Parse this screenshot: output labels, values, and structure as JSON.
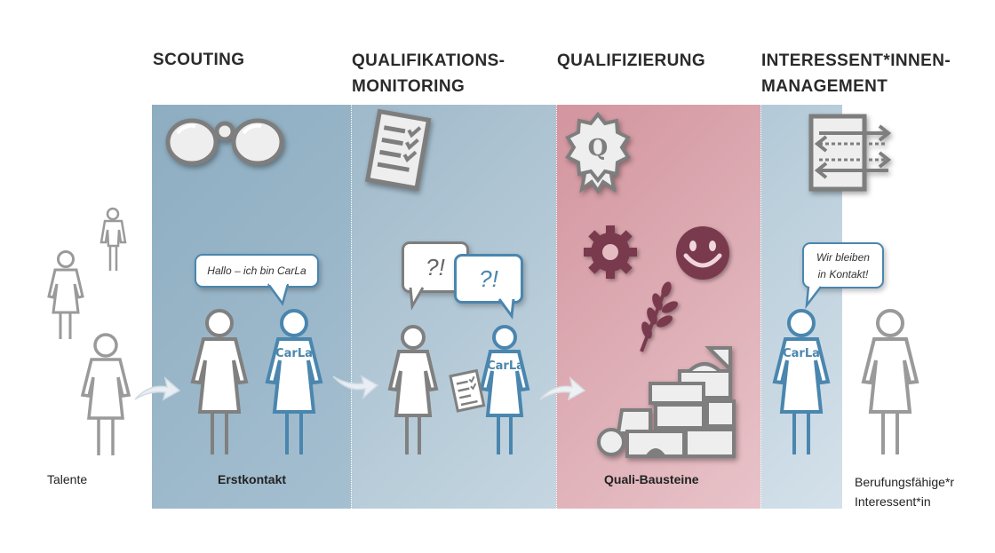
{
  "headings": {
    "scouting": "SCOUTING",
    "monitoring_line1": "QUALIFIKATIONS-",
    "monitoring_line2": "MONITORING",
    "qualifizierung": "QUALIFIZIERUNG",
    "management_line1": "INTERESSENT*INNEN-",
    "management_line2": "MANAGEMENT"
  },
  "captions": {
    "talente": "Talente",
    "erstkontakt": "Erstkontakt",
    "bausteine": "Quali-Bausteine",
    "final_line1": "Berufungsfähige*r",
    "final_line2": "Interessent*in"
  },
  "bubbles": {
    "hallo": "Hallo – ich bin CarLa",
    "kontakt_line1": "Wir bleiben",
    "kontakt_line2": "in Kontakt!",
    "question1": "?!",
    "question2": "?!"
  },
  "figure_labels": {
    "carla_1": "CarLa",
    "carla_2": "CarLa",
    "carla_3": "CarLa"
  },
  "badge_letter": "Q",
  "colors": {
    "scouting_band": "#9fb9ca",
    "monitoring_band": "#b7ccd9",
    "qualifizierung_band": "#dba7b0",
    "management_band": "#c6d6e1",
    "carla_blue": "#4a86ae",
    "figure_gray": "#858585",
    "icon_purple": "#7a3a4e"
  },
  "icons": [
    "binoculars-icon",
    "checklist-icon",
    "quality-badge-icon",
    "gear-icon",
    "smiley-icon",
    "wheat-icon",
    "building-blocks-icon",
    "list-arrows-icon"
  ]
}
